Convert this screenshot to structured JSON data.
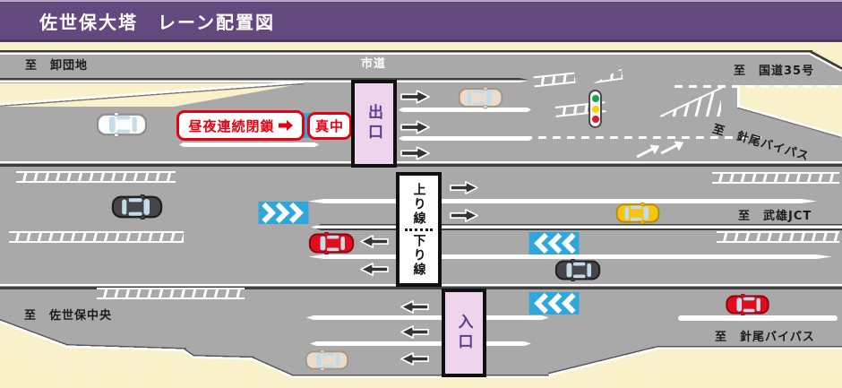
{
  "title": "佐世保大塔　レーン配置図",
  "destinations": {
    "oroshidanchi": "至　卸団地",
    "city_road": "市道",
    "route35": "至　国道35号",
    "hario_bypass_upper": "至　針尾バイパス",
    "takeo_jct": "至　武雄JCT",
    "sasebo_chuo": "至　佐世保中央",
    "hario_bypass_lower": "至　針尾バイパス"
  },
  "labels": {
    "closure": "昼夜連続閉鎖",
    "closure_target": "真中",
    "exit": "出口",
    "entrance": "入口",
    "up_line": "上り線",
    "down_line": "下り線"
  },
  "icons": {
    "pointer": "pointer-right-icon",
    "traffic_light": "traffic-light-icon",
    "black_arrow": "lane-direction-arrow-icon",
    "blue_chevron": "chevron-guide-sign-icon",
    "car": "car-icon"
  },
  "colors": {
    "banner_purple": "#64497f",
    "road_gray": "#a9a9a9",
    "background_cream": "#f8f1ca",
    "box_pink": "#eed4ec",
    "box_text_purple": "#5d3d92",
    "alert_red": "#e60012",
    "chevron_blue": "#2ea7dd"
  }
}
